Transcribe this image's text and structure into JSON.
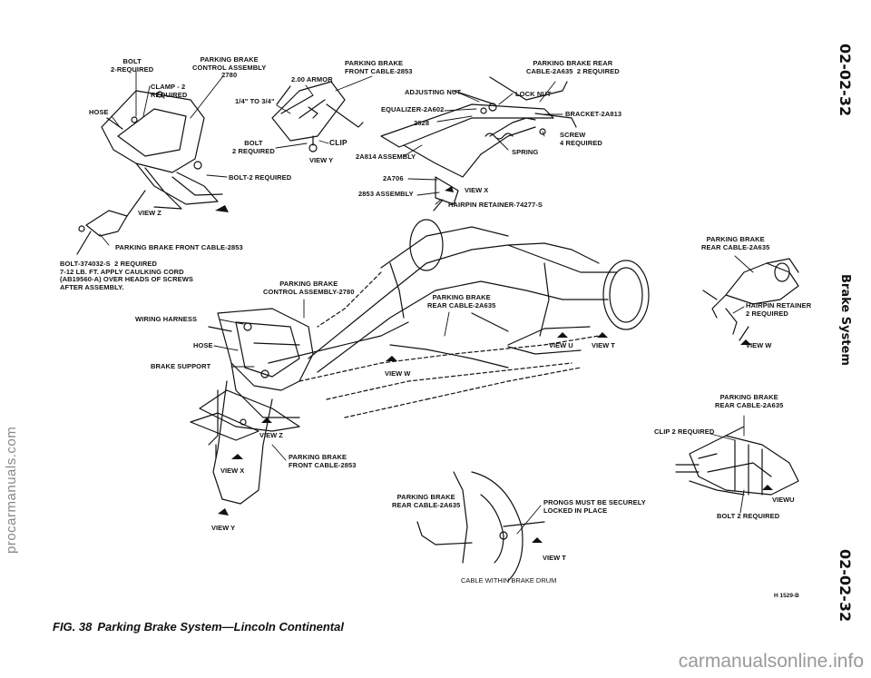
{
  "page": {
    "page_code_top": "02-02-32",
    "page_code_bottom": "02-02-32",
    "section_title": "Brake System",
    "figure_number": "FIG. 38",
    "figure_title": "Parking Brake System—Lincoln Continental",
    "figure_code": "H 1529-B",
    "watermark_left": "procarmanuals.com",
    "watermark_bottom": "carmanualsonline.info"
  },
  "labels": {
    "bolt_2_req": "BOLT\n2-REQUIRED",
    "clamp": "CLAMP - 2\nREQUIRED",
    "hose_top": "HOSE",
    "control_assembly_top": "PARKING BRAKE\nCONTROL ASSEMBLY\n2780",
    "armor": "2.00 ARMOR",
    "quarter": "1/4\" TO 3/4\"",
    "bolt_viewy": "BOLT\n2 REQUIRED",
    "clip_viewy": "CLIP",
    "view_y_top": "VIEW Y",
    "bolt_2_top": "BOLT-2 REQUIRED",
    "view_z_top": "VIEW Z",
    "front_cable_top": "PARKING BRAKE\nFRONT CABLE-2853",
    "adjusting_nut": "ADJUSTING NUT",
    "lock_nut": "LOCK NUT",
    "rear_cable_top": "PARKING BRAKE REAR\nCABLE-2A635  2 REQUIRED",
    "equalizer": "EQUALIZER-2A602",
    "n2628": "2628",
    "bracket": "BRACKET-2A813",
    "screw": "SCREW\n4 REQUIRED",
    "spring": "SPRING",
    "a2814": "2A814 ASSEMBLY",
    "a2706": "2A706",
    "a2853": "2853 ASSEMBLY",
    "view_x_top": "VIEW X",
    "hairpin_top": "HAIRPIN RETAINER-74277-S",
    "front_cable_left": "PARKING BRAKE FRONT CABLE-2853",
    "bolt_note": "BOLT-374032-S  2 REQUIRED\n7-12 LB. FT. APPLY CAULKING CORD\n(AB19560-A) OVER HEADS OF SCREWS\nAFTER ASSEMBLY.",
    "control_assembly_mid": "PARKING BRAKE\nCONTROL ASSEMBLY-2780",
    "rear_cable_mid": "PARKING BRAKE\nREAR CABLE-2A635",
    "wiring_harness": "WIRING HARNESS",
    "hose_mid": "HOSE",
    "brake_support": "BRAKE SUPPORT",
    "view_u_mid": "VIEW U",
    "view_t_mid": "VIEW T",
    "view_w_mid": "VIEW W",
    "view_z_mid": "VIEW Z",
    "front_cable_bottom": "PARKING BRAKE\nFRONT CABLE-2853",
    "view_x_bottom": "VIEW X",
    "view_y_bottom": "VIEW Y",
    "rear_cable_right": "PARKING BRAKE\nREAR CABLE-2A635",
    "hairpin_right": "HAIRPIN RETAINER\n2 REQUIRED",
    "view_w_right": "VIEW W",
    "rear_cable_right2": "PARKING BRAKE\nREAR CABLE-2A635",
    "clip_right": "CLIP 2 REQUIRED",
    "view_u_right": "VIEWU",
    "bolt_right": "BOLT  2 REQUIRED",
    "rear_cable_bottom": "PARKING BRAKE\nREAR CABLE-2A635",
    "prongs": "PRONGS MUST BE SECURELY\nLOCKED IN PLACE",
    "view_t_bottom": "VIEW T",
    "cable_drum": "CABLE WITHIN BRAKE DRUM"
  }
}
